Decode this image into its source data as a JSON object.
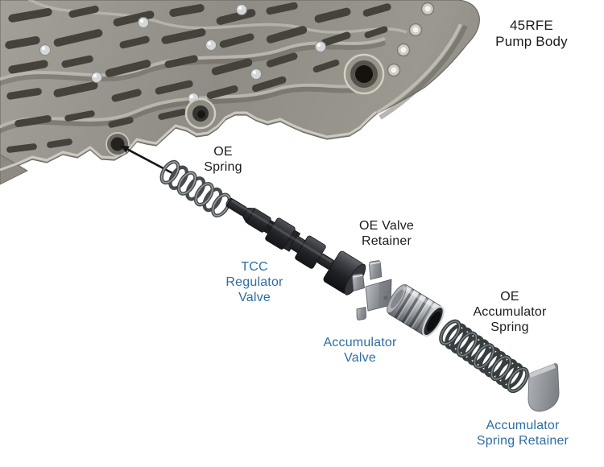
{
  "colors": {
    "background": "#FFFFFF",
    "label_text": "#1B1B1B",
    "label_blue": "#2E6DA4"
  },
  "diagram": {
    "title": "45RFE\nPump Body",
    "labels": {
      "oe_spring": "OE\nSpring",
      "tcc_regulator_valve": "TCC\nRegulator\nValve",
      "oe_valve_retainer": "OE Valve\nRetainer",
      "accumulator_valve": "Accumulator\nValve",
      "oe_accumulator_spring": "OE\nAccumulator\nSpring",
      "accumulator_spring_retainer": "Accumulator\nSpring Retainer"
    }
  }
}
